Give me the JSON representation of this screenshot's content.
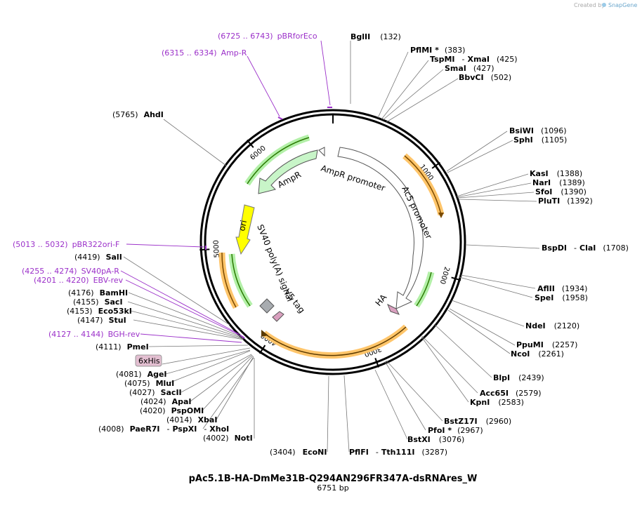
{
  "watermark": {
    "prefix": "Created by",
    "brand": "SnapGene"
  },
  "plasmid": {
    "name": "pAc5.1B-HA-DmMe31B-Q294AN296FR347A-dsRNAres_W",
    "length_label": "6751 bp",
    "length": 6751
  },
  "ring_ticks": [
    {
      "bp": 1000,
      "label": "1000"
    },
    {
      "bp": 2000,
      "label": "2000"
    },
    {
      "bp": 3000,
      "label": "3000"
    },
    {
      "bp": 4000,
      "label": "4000"
    },
    {
      "bp": 5000,
      "label": "5000"
    },
    {
      "bp": 6000,
      "label": "6000"
    }
  ],
  "features": {
    "ampr": "AmpR",
    "ampr_promoter": "AmpR promoter",
    "ori": "ori",
    "ac5_promoter": "Ac5 promoter",
    "sv40": "SV40 poly(A) signal",
    "v5": "V5 tag",
    "ha": "HA",
    "his": "6xHis"
  },
  "primers": [
    {
      "range": "(6725 .. 6743)",
      "name": "pBRforEco"
    },
    {
      "range": "(6315 .. 6334)",
      "name": "Amp-R"
    },
    {
      "range": "(5013 .. 5032)",
      "name": "pBR322ori-F"
    },
    {
      "range": "(4255 .. 4274)",
      "name": "SV40pA-R"
    },
    {
      "range": "(4201 .. 4220)",
      "name": "EBV-rev"
    },
    {
      "range": "(4127 .. 4144)",
      "name": "BGH-rev"
    }
  ],
  "sites": [
    {
      "name": "BglII",
      "pos": "(132)"
    },
    {
      "name": "PflMI *",
      "pos": "(383)"
    },
    {
      "name": "TspMI",
      "name2": "XmaI",
      "pos": "(425)"
    },
    {
      "name": "SmaI",
      "pos": "(427)"
    },
    {
      "name": "BbvCI",
      "pos": "(502)"
    },
    {
      "name": "BsiWI",
      "pos": "(1096)"
    },
    {
      "name": "SphI",
      "pos": "(1105)"
    },
    {
      "name": "KasI",
      "pos": "(1388)"
    },
    {
      "name": "NarI",
      "pos": "(1389)"
    },
    {
      "name": "SfoI",
      "pos": "(1390)"
    },
    {
      "name": "PluTI",
      "pos": "(1392)"
    },
    {
      "name": "BspDI",
      "name2": "ClaI",
      "pos": "(1708)"
    },
    {
      "name": "AflII",
      "pos": "(1934)"
    },
    {
      "name": "SpeI",
      "pos": "(1958)"
    },
    {
      "name": "NdeI",
      "pos": "(2120)"
    },
    {
      "name": "PpuMI",
      "pos": "(2257)"
    },
    {
      "name": "NcoI",
      "pos": "(2261)"
    },
    {
      "name": "BlpI",
      "pos": "(2439)"
    },
    {
      "name": "Acc65I",
      "pos": "(2579)"
    },
    {
      "name": "KpnI",
      "pos": "(2583)"
    },
    {
      "name": "BstZ17I",
      "pos": "(2960)"
    },
    {
      "name": "PfoI *",
      "pos": "(2967)"
    },
    {
      "name": "BstXI",
      "pos": "(3076)"
    },
    {
      "name": "PflFI",
      "name2": "Tth111I",
      "pos": "(3287)"
    },
    {
      "name": "EcoNI",
      "pos": "(3404)"
    },
    {
      "name": "NotI",
      "pos": "(4002)"
    },
    {
      "name": "PaeR7I",
      "name2": "PspXI",
      "name3": "XhoI",
      "pos": "(4008)"
    },
    {
      "name": "XbaI",
      "pos": "(4014)"
    },
    {
      "name": "PspOMI",
      "pos": "(4020)"
    },
    {
      "name": "ApaI",
      "pos": "(4024)"
    },
    {
      "name": "SacII",
      "pos": "(4027)"
    },
    {
      "name": "MluI",
      "pos": "(4075)"
    },
    {
      "name": "AgeI",
      "pos": "(4081)"
    },
    {
      "name": "PmeI",
      "pos": "(4111)"
    },
    {
      "name": "StuI",
      "pos": "(4147)"
    },
    {
      "name": "Eco53kI",
      "pos": "(4153)"
    },
    {
      "name": "SacI",
      "pos": "(4155)"
    },
    {
      "name": "BamHI",
      "pos": "(4176)"
    },
    {
      "name": "SalI",
      "pos": "(4419)"
    },
    {
      "name": "AhdI",
      "pos": "(5765)"
    }
  ],
  "colors": {
    "ampr": "#c8f5c8",
    "ori": "#ffff00",
    "promoter": "#ffffff",
    "orange_feature": "#ffc56a",
    "green_feature": "#b3f0a8",
    "primer": "#9b30c9",
    "his": "#e3bfd1",
    "v5": "#d9a0bf",
    "backbone": "#000000"
  }
}
